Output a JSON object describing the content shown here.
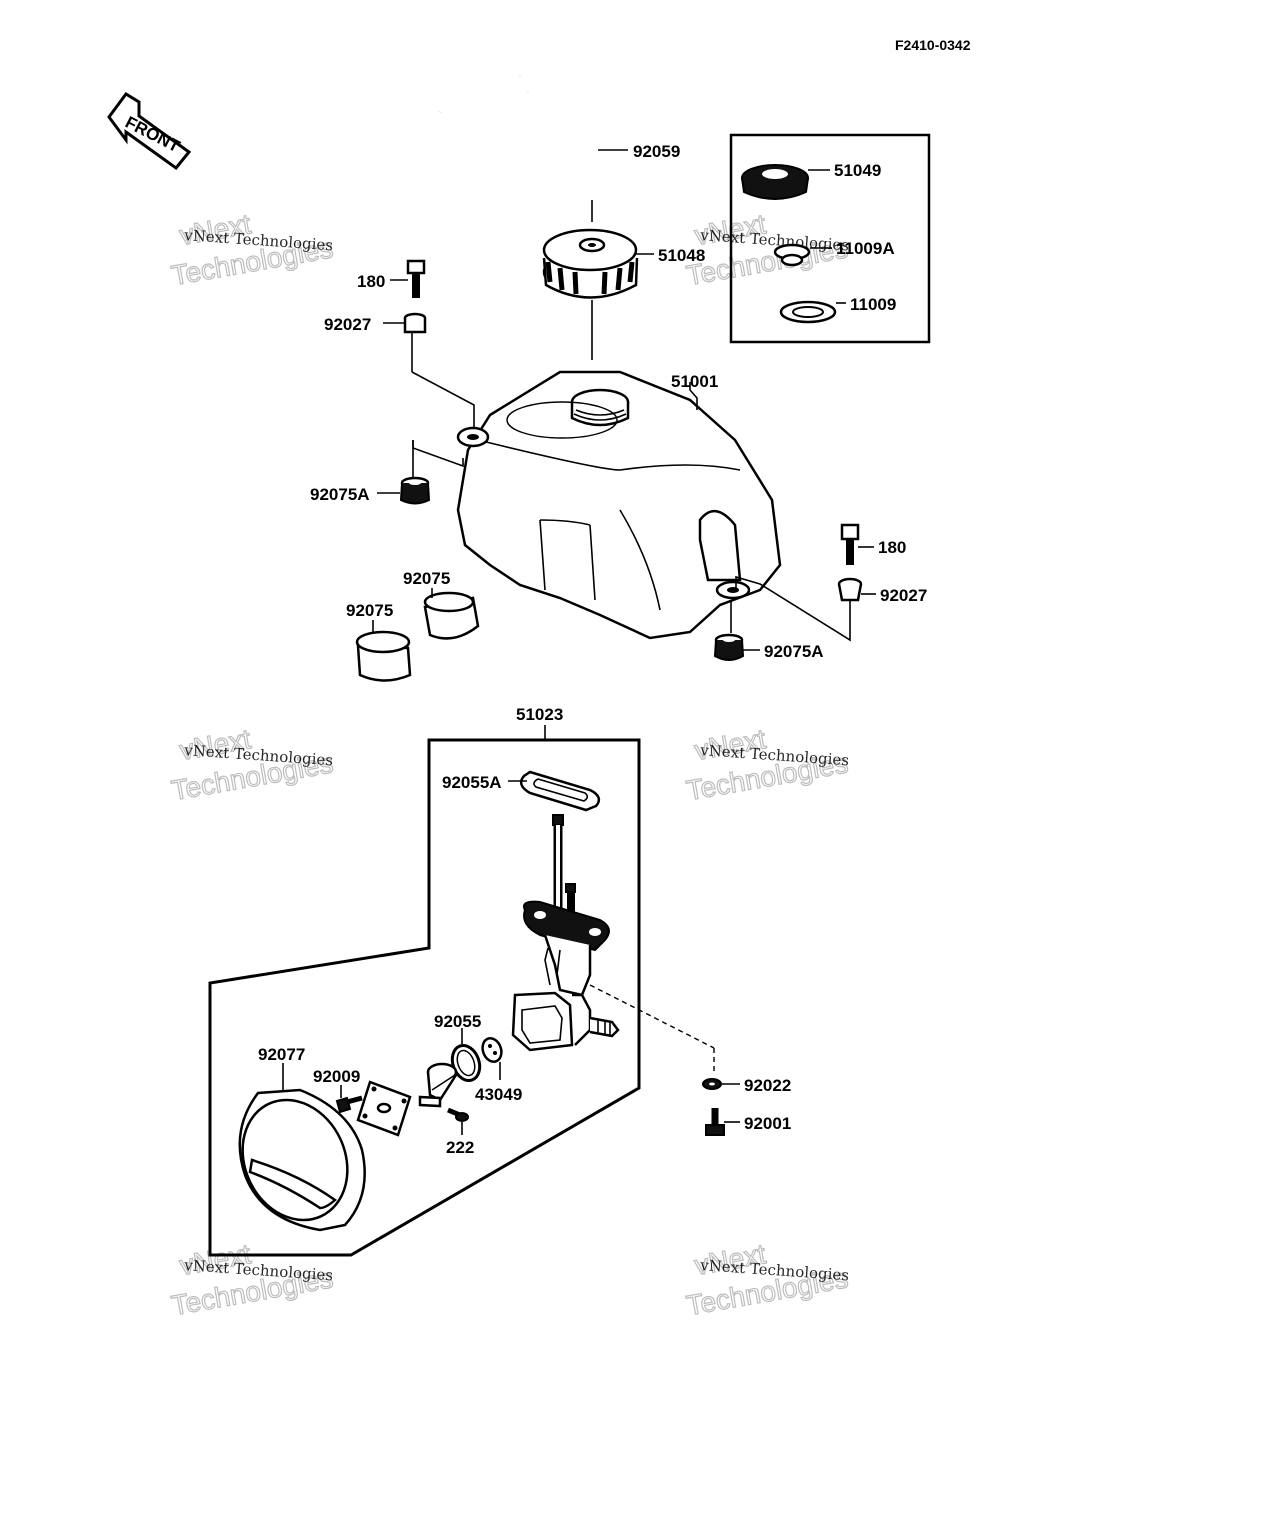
{
  "drawing_code": "F2410-0342",
  "front_tag": "FRONT",
  "watermark": {
    "line1": "vNext Technologies",
    "line2": "vNext",
    "line3": "Technologies"
  },
  "callouts": {
    "hose": "92059",
    "cap_top": "51049",
    "cap": "51048",
    "cap_gasket_a": "11009A",
    "cap_gasket": "11009",
    "bolt_left": "180",
    "collar_left": "92027",
    "tank": "51001",
    "damper_left": "92075A",
    "damper_a": "92075",
    "damper_b": "92075",
    "bolt_right": "180",
    "collar_right": "92027",
    "damper_right": "92075A",
    "fuel_tap": "51023",
    "gasket_tap": "92055A",
    "oring": "92055",
    "lever_seal": "43049",
    "lever_knob": "92077",
    "screw_plate": "92009",
    "screw_222": "222",
    "washer": "92022",
    "bolt_tap": "92001"
  }
}
